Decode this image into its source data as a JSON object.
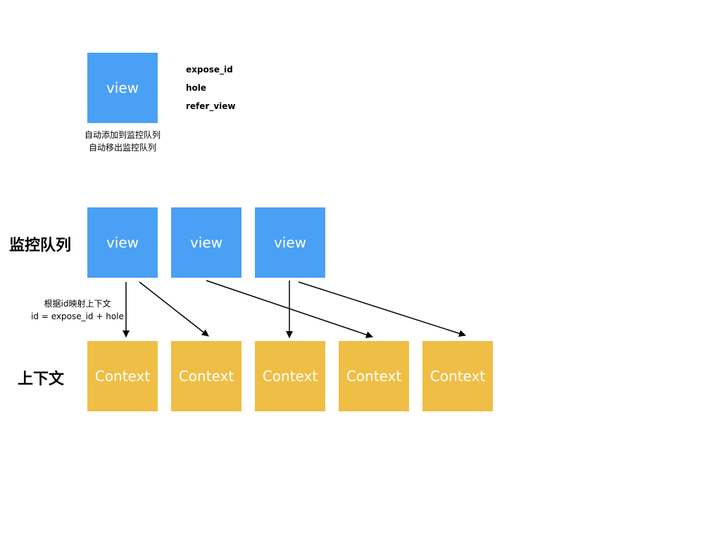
{
  "top": {
    "view_label": "view",
    "fields": [
      "expose_id",
      "hole",
      "refer_view"
    ],
    "notes": [
      "自动添加到监控队列",
      "自动移出监控队列"
    ]
  },
  "queue": {
    "label": "监控队列",
    "views": [
      "view",
      "view",
      "view"
    ]
  },
  "mapping": {
    "lines": [
      "根据id映射上下文",
      "id = expose_id + hole"
    ]
  },
  "contexts": {
    "label": "上下文",
    "items": [
      "Context",
      "Context",
      "Context",
      "Context",
      "Context"
    ]
  },
  "colors": {
    "view": "#4aa0f5",
    "context": "#efbe45",
    "arrow": "#000000"
  }
}
